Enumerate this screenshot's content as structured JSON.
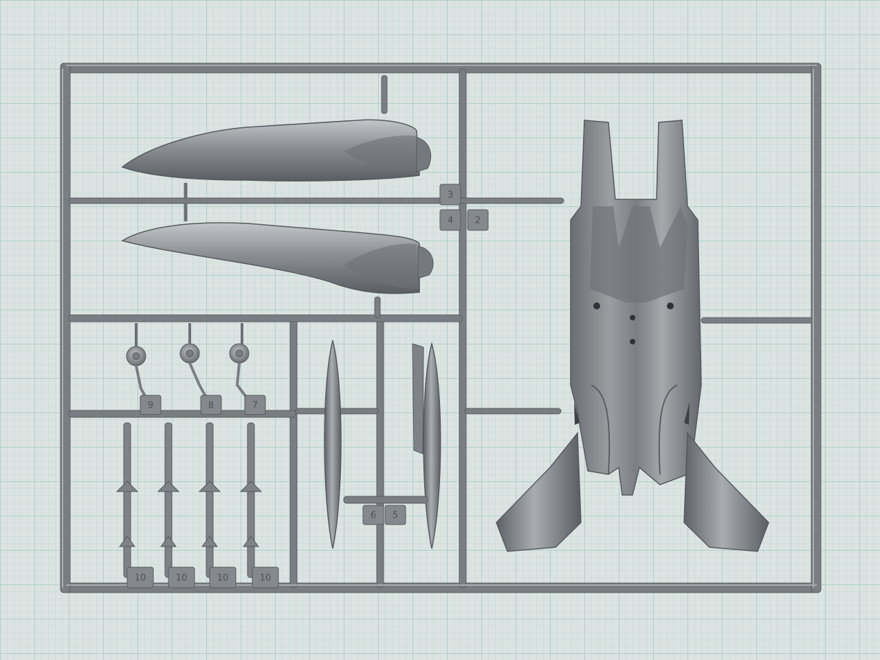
{
  "scene": {
    "description_free": true,
    "background_color": "#d9e0df",
    "grid_color": "#9fc9c6",
    "plastic_color": "#7f8387",
    "plastic_highlight": "#b9bcbf",
    "plastic_shadow": "#55585c"
  },
  "part_numbers": {
    "p3": "3",
    "p4": "4",
    "p2": "2",
    "p9": "9",
    "p8": "8",
    "p7": "7",
    "p6": "6",
    "p5": "5",
    "p10a": "10",
    "p10b": "10",
    "p10c": "10",
    "p10d": "10"
  }
}
